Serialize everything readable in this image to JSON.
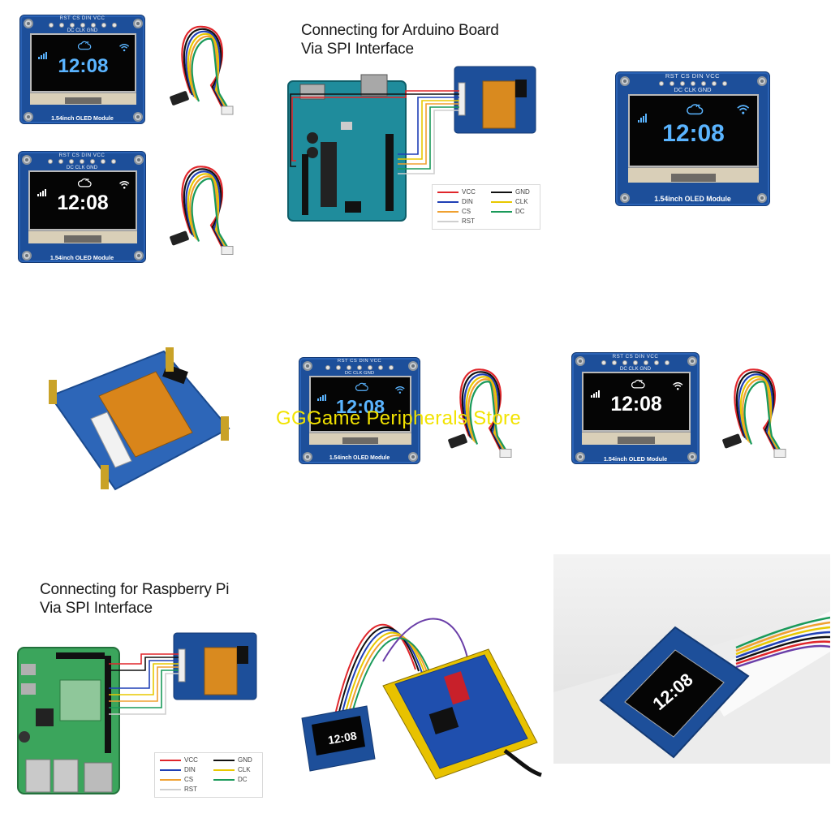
{
  "module": {
    "pins_top": "RST   CS   DIN   VCC",
    "pins_bottom": "DC   CLK   GND",
    "time": "12:08",
    "label": "1.54inch OLED Module"
  },
  "arduino": {
    "title_line1": "Connecting for Arduino Board",
    "title_line2": "Via SPI Interface"
  },
  "raspberry": {
    "title_line1": "Connecting for Raspberry Pi",
    "title_line2": "Via SPI Interface"
  },
  "legend": {
    "vcc": "VCC",
    "gnd": "GND",
    "din": "DIN",
    "clk": "CLK",
    "cs": "CS",
    "dc": "DC",
    "rst": "RST"
  },
  "watermark": "GGGame Peripherals Store",
  "colors": {
    "vcc": "#e0262b",
    "gnd": "#111111",
    "din": "#1f3fb5",
    "clk": "#e8c800",
    "cs": "#f0a030",
    "dc": "#1a9a5a",
    "rst": "#cfcfcf",
    "pcb_blue": "#1d4f9a",
    "arduino_teal": "#1f8c9c",
    "rpi_green": "#3ba55c",
    "screen_blue_text": "#5ab4ff",
    "screen_white_text": "#ffffff"
  }
}
